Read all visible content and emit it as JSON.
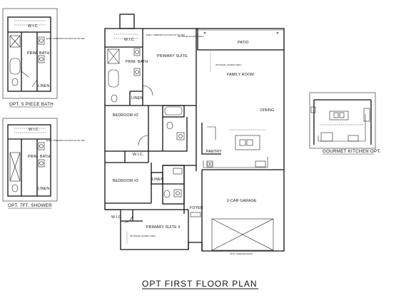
{
  "plan_title": "OPT FIRST FLOOR PLAN",
  "main_plan": {
    "rooms": {
      "wic_top": "W.I.C.",
      "primary_suite": "PRIMARY SUITE",
      "prim_bath": "PRIM. BATH",
      "linen_top": "LINEN",
      "patio": "PATIO",
      "family_room": "FAMILY ROOM",
      "dining": "DINING",
      "bedroom2": "BEDROOM #2",
      "wic_mid": "W.I.C.",
      "bedroom3": "BEDROOM #3",
      "linen_mid": "LINEN",
      "pantry": "PANTRY",
      "two_car_garage": "2-CAR GARAGE",
      "foyer": "FOYER",
      "wic_low": "W.I.C.",
      "primary_suite_2": "PRIMARY SUITE II"
    },
    "notes": {
      "outlets_top": "ELEC. MIRRORS OUTLETS AT 60\" AFF",
      "accent_wall_top": "OPTIONAL ACCENT WALL",
      "accent_wall_family": "OPTIONAL ACCENT WALL",
      "accent_wall_suite2": "OPTIONAL ACCENT WALL",
      "garage_door": "16'X7' GARAGE DOOR"
    }
  },
  "inset_5_piece": {
    "caption": "OPT. 5 PIECE BATH",
    "wic": "W.I.C.",
    "prim_bath": "PRIM. BATH",
    "linen": "LINEN",
    "note": "ELEC. MIRRORS OUTLETS AT 60\" AFF"
  },
  "inset_7ft_shower": {
    "caption": "OPT. 7FT. SHOWER",
    "wic": "W.I.C.",
    "prim_bath": "PRIM. BATH",
    "linen": "LINEN",
    "note": "ELEC. MIRRORS OUTLETS AT 60\" AFF"
  },
  "inset_gourmet": {
    "caption": "GOURMET KITCHEN OPT."
  }
}
